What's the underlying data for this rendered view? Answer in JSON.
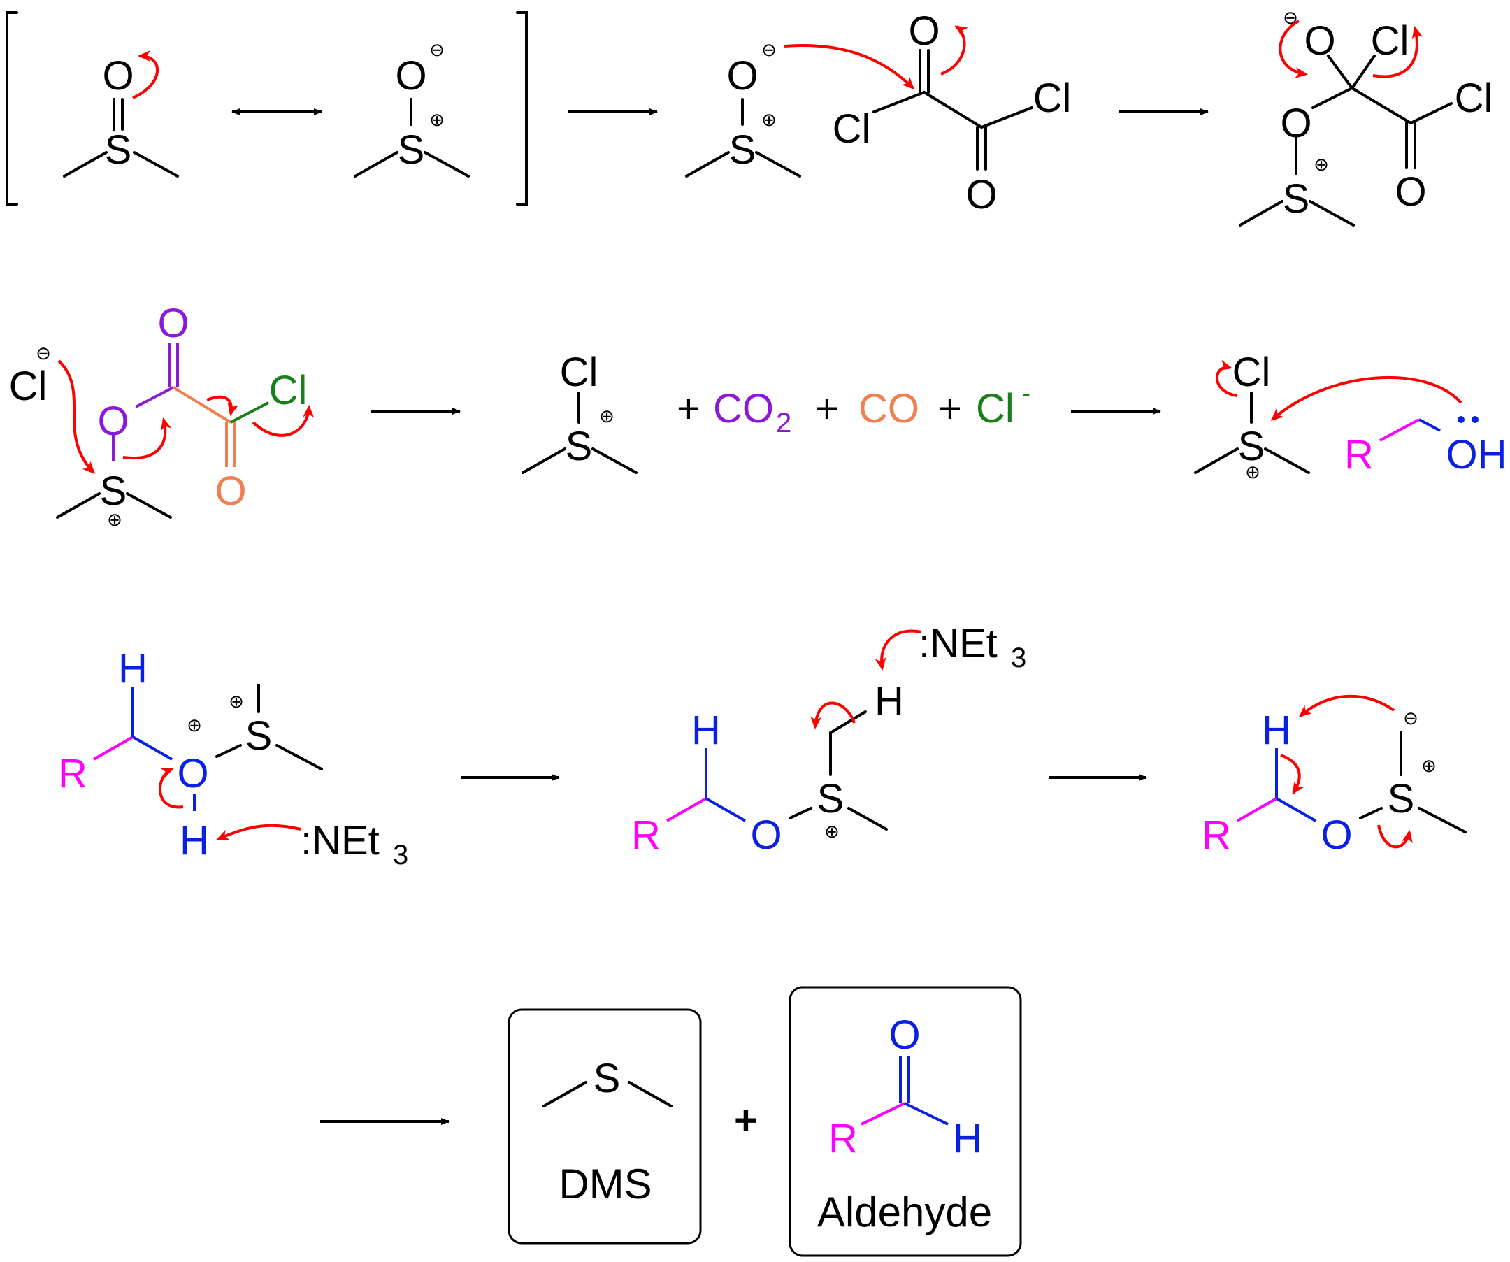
{
  "colors": {
    "black": "#000000",
    "red_arrow": "#ff0000",
    "oxygen_purple": "#8b1ad6",
    "carbonyl_orange": "#f08050",
    "chlorine_green": "#1a7f1a",
    "R_magenta": "#ff00ff",
    "blue": "#0a22e0"
  },
  "atoms": {
    "O": "O",
    "S": "S",
    "Cl": "Cl",
    "H": "H",
    "R": "R",
    "OH": "OH",
    "CO2_C": "CO",
    "CO2_sub": "2",
    "CO": "CO",
    "Cl_minus": "Cl",
    "minus_sup": "-",
    "NEt3_main": ":NEt",
    "NEt3_sub": "3",
    "plus_sign": "+",
    "plus_charge": "⊕",
    "minus_charge": "⊖"
  },
  "boxes": {
    "dms_label": "DMS",
    "aldehyde_label": "Aldehyde"
  }
}
